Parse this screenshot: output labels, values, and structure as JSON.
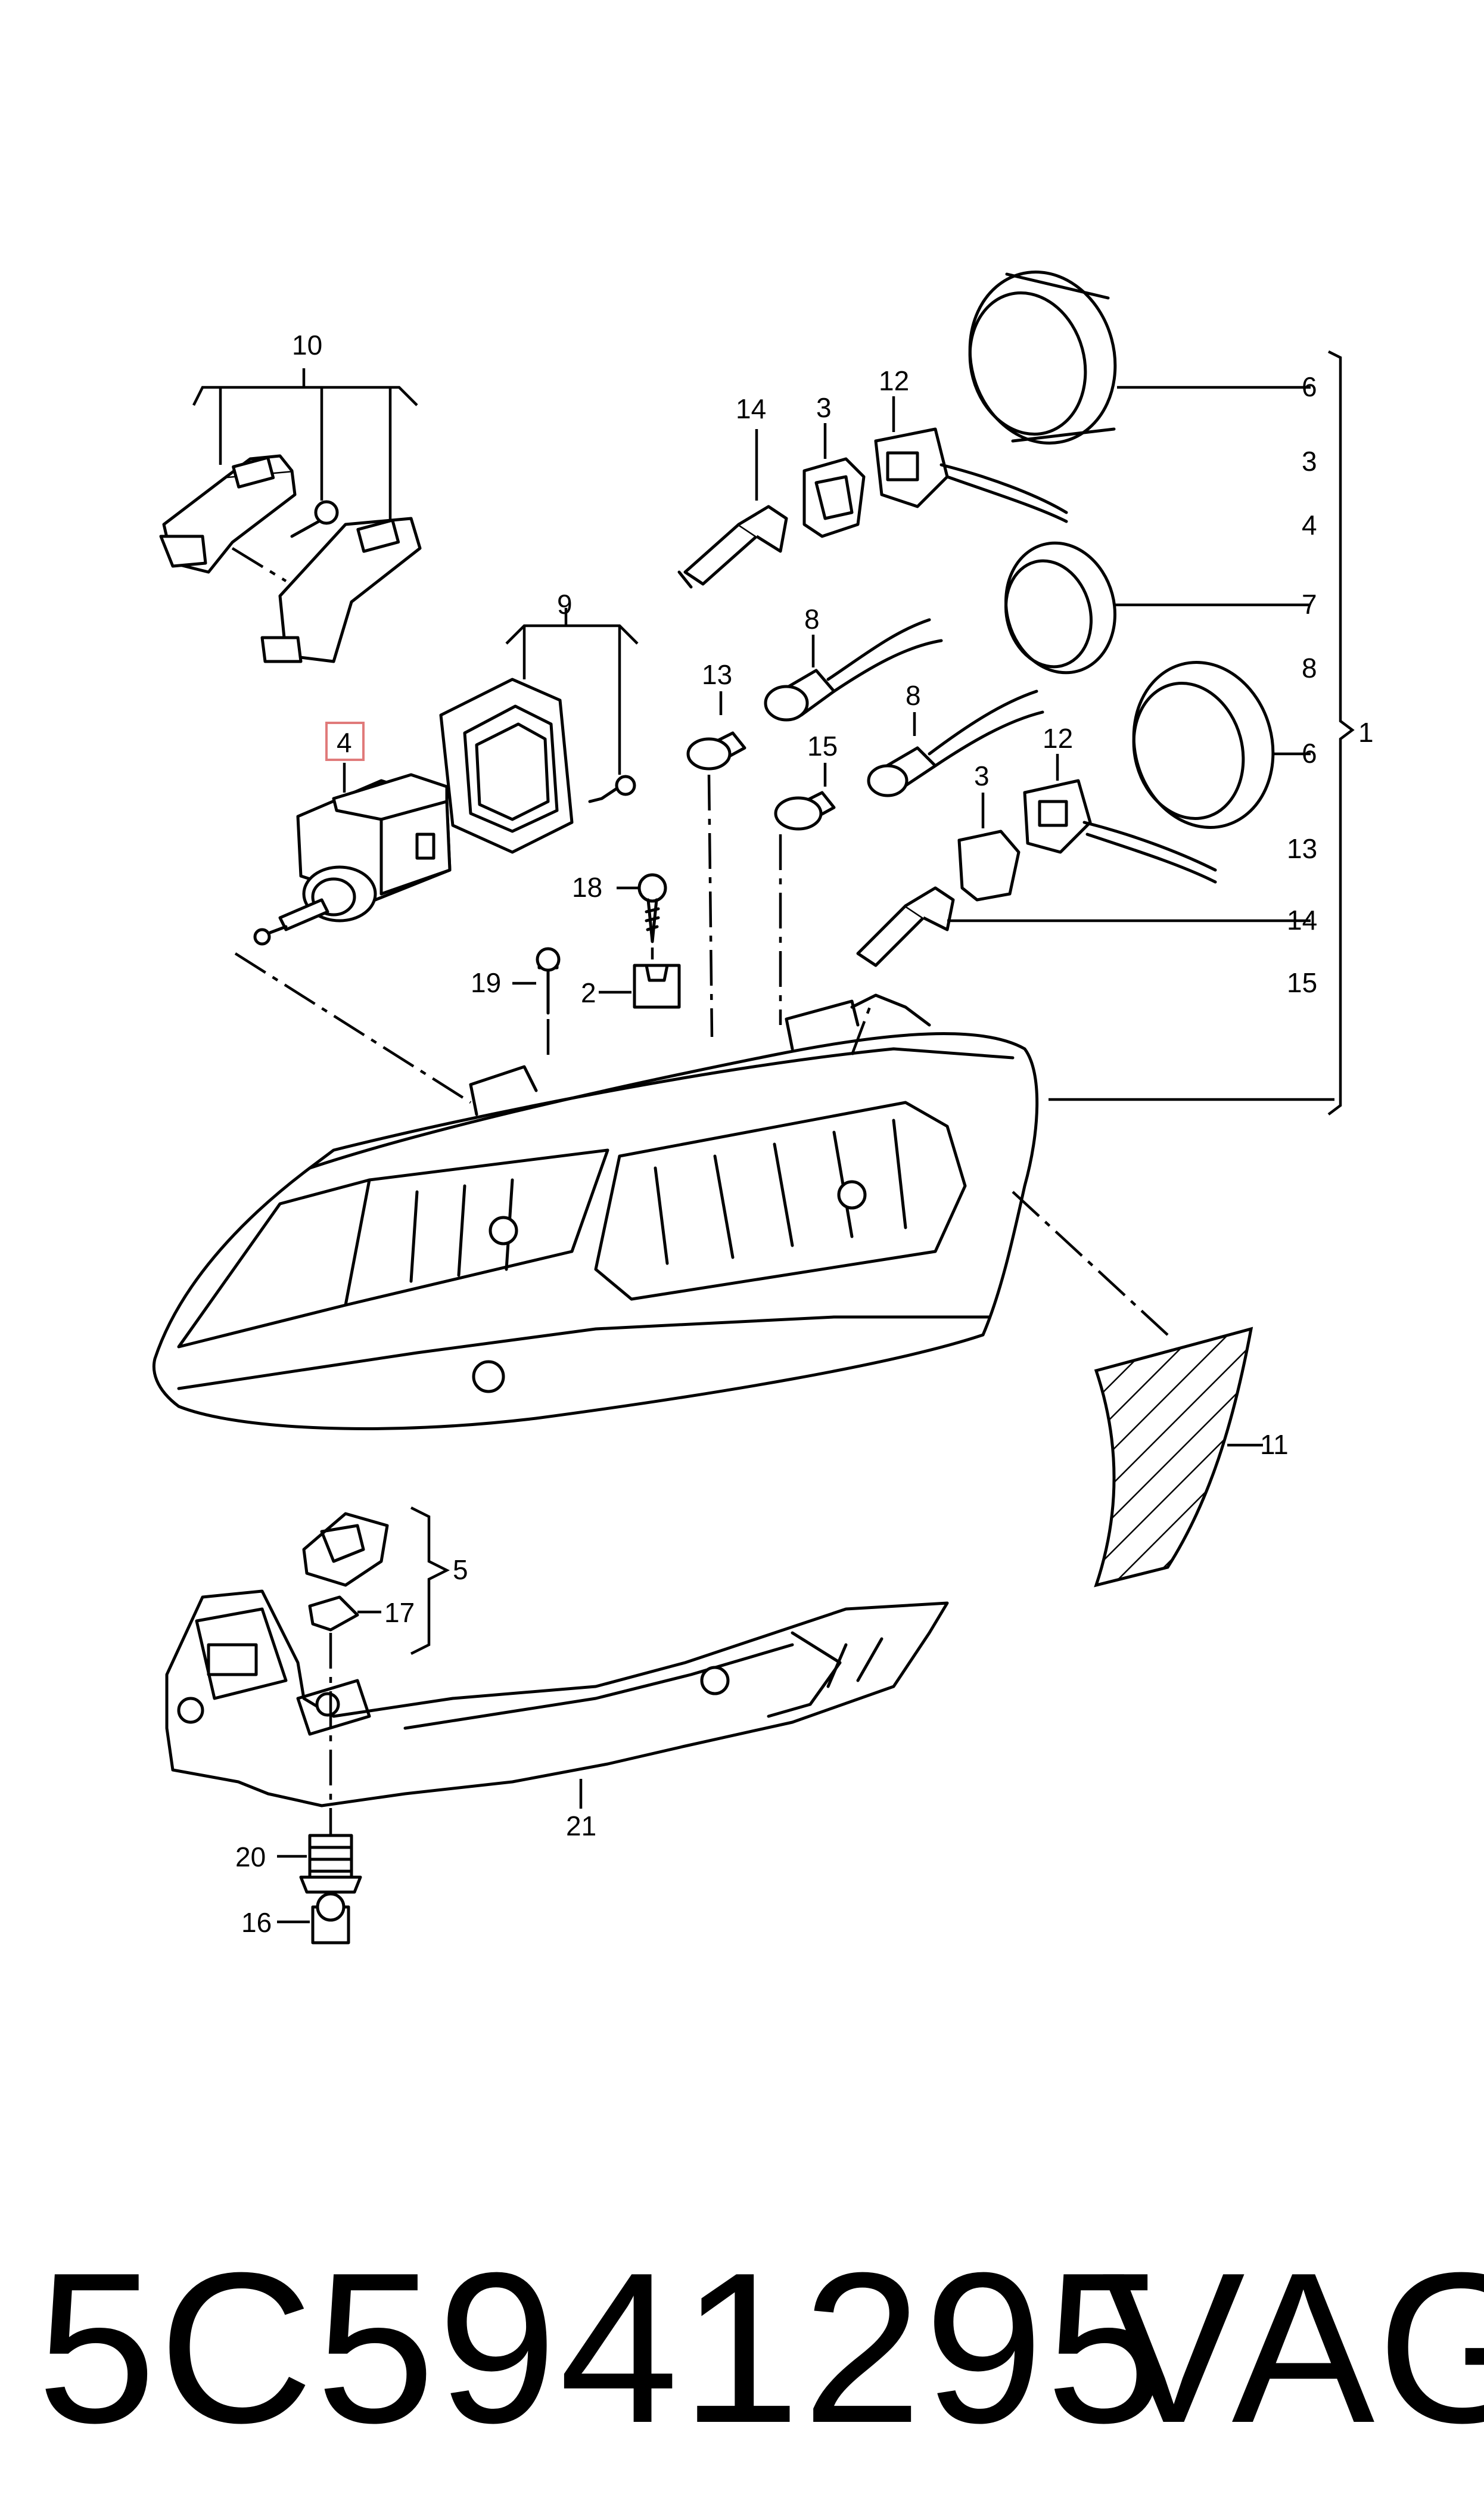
{
  "callouts": {
    "c1": "1",
    "c2": "2",
    "c3a": "3",
    "c3b": "3",
    "c3c": "3",
    "c4a": "4",
    "c4b": "4",
    "c5": "5",
    "c6a": "6",
    "c6b": "6",
    "c7": "7",
    "c8a": "8",
    "c8b": "8",
    "c8c": "8",
    "c9": "9",
    "c10": "10",
    "c11": "11",
    "c12a": "12",
    "c12b": "12",
    "c13a": "13",
    "c13b": "13",
    "c14a": "14",
    "c14b": "14",
    "c15a": "15",
    "c15b": "15",
    "c16": "16",
    "c17": "17",
    "c18": "18",
    "c19": "19",
    "c20": "20",
    "c21": "21"
  },
  "highlight_color": "#e07a7a",
  "footer": {
    "part_number": "5C5941295",
    "brand": "VAG"
  }
}
